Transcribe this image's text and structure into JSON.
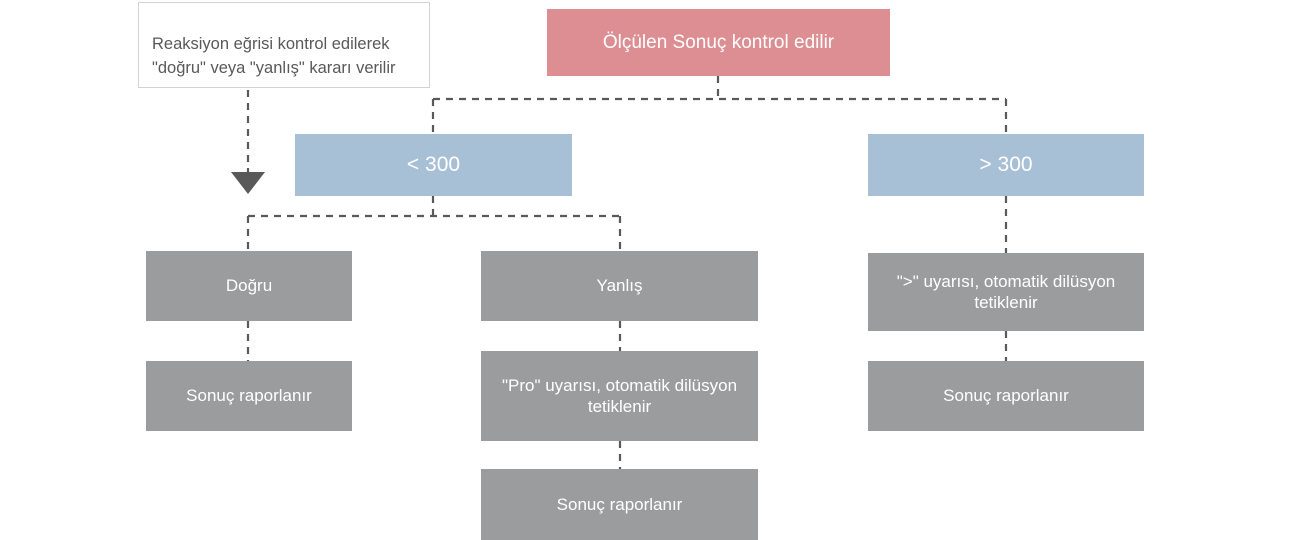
{
  "diagram": {
    "title_note": {
      "text": "Reaksiyon eğrisi kontrol edilerek \"doğru\" veya \"yanlış\" kararı verilir"
    },
    "nodes": {
      "root": {
        "label": "Ölçülen Sonuç kontrol edilir",
        "color": "#dd8e92",
        "kind": "red"
      },
      "branch_low": {
        "label": "< 300",
        "color": "#a8c0d6",
        "kind": "blue"
      },
      "branch_high": {
        "label": "> 300",
        "color": "#a8c0d6",
        "kind": "blue"
      },
      "low_correct": {
        "label": "Doğru",
        "color": "#9b9c9e",
        "kind": "gray"
      },
      "low_correct_report": {
        "label": "Sonuç raporlanır",
        "color": "#9b9c9e",
        "kind": "gray"
      },
      "low_wrong": {
        "label": "Yanlış",
        "color": "#9b9c9e",
        "kind": "gray"
      },
      "low_wrong_warning": {
        "label": "\"Pro\" uyarısı, otomatik dilüsyon tetiklenir",
        "color": "#9b9c9e",
        "kind": "gray"
      },
      "low_wrong_report": {
        "label": "Sonuç raporlanır",
        "color": "#9b9c9e",
        "kind": "gray"
      },
      "high_warning": {
        "label": "\">\" uyarısı, otomatik dilüsyon tetiklenir",
        "color": "#9b9c9e",
        "kind": "gray"
      },
      "high_report": {
        "label": "Sonuç raporlanır",
        "color": "#9b9c9e",
        "kind": "gray"
      }
    },
    "colors": {
      "red_fill": "#dd8e92",
      "blue_fill": "#a8c0d6",
      "gray_fill": "#9b9c9e",
      "connector": "#595959",
      "note_border": "#d3d3d3",
      "note_text": "#595959",
      "background": "#ffffff"
    },
    "connector_style": "dashed"
  }
}
